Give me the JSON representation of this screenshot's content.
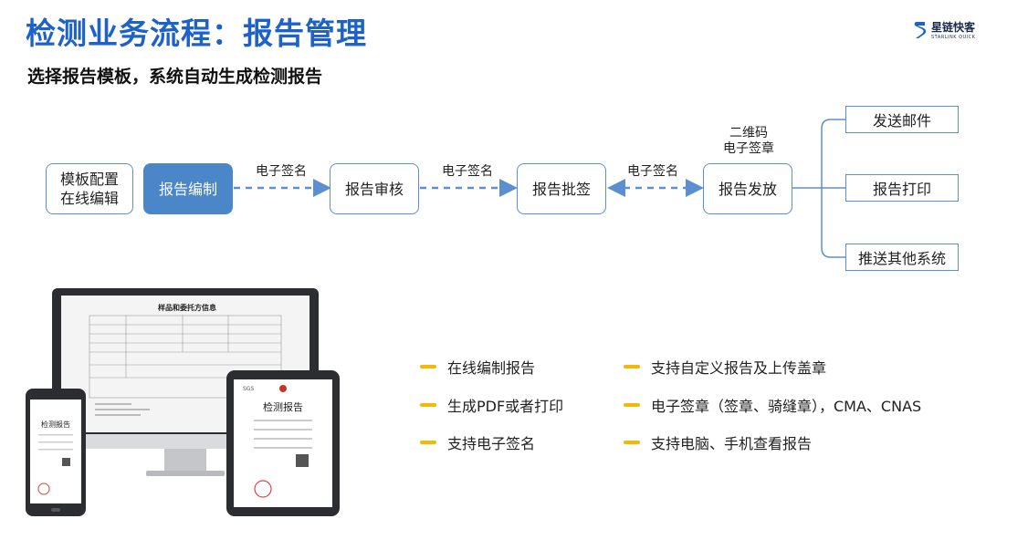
{
  "header": {
    "title": "检测业务流程：报告管理",
    "subtitle": "选择报告模板，系统自动生成检测报告"
  },
  "logo": {
    "name": "星链快客",
    "en": "STARLINK QUICK",
    "color": "#1e62c8"
  },
  "flow": {
    "nodes": [
      {
        "label_line1": "模板配置",
        "label_line2": "在线编辑"
      },
      {
        "label": "报告编制"
      },
      {
        "label": "报告审核"
      },
      {
        "label": "报告批签"
      },
      {
        "label": "报告发放"
      }
    ],
    "edge_labels": [
      "电子签名",
      "电子签名",
      "电子签名"
    ],
    "release_note_line1": "二维码",
    "release_note_line2": "电子签章",
    "outputs": [
      "发送邮件",
      "报告打印",
      "推送其他系统"
    ]
  },
  "features": {
    "left": [
      "在线编制报告",
      "生成PDF或者打印",
      "支持电子签名"
    ],
    "right": [
      "支持自定义报告及上传盖章",
      "电子签章（签章、骑缝章），CMA、CNAS",
      "支持电脑、手机查看报告"
    ]
  },
  "devices": {
    "monitor_doc_title": "样品和委托方信息",
    "tablet_doc_title": "检测报告",
    "phone_doc_title": "检测报告"
  },
  "colors": {
    "accent": "#1e62c8",
    "node_border": "#5b8fd0",
    "node_active": "#4a86c8",
    "bullet": "#f5b800"
  }
}
